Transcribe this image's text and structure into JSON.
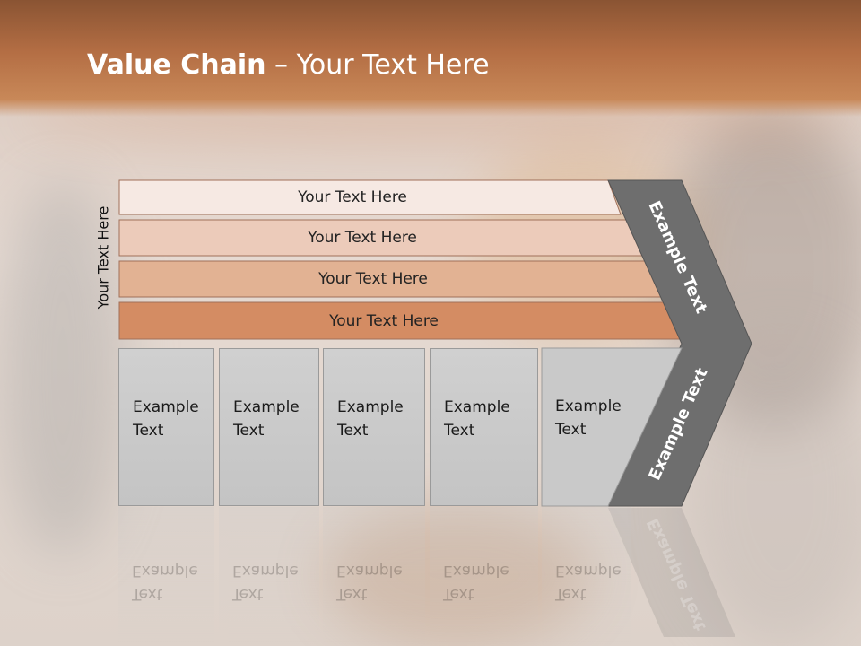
{
  "slide": {
    "title_bold": "Value Chain",
    "title_rest": " – Your Text Here",
    "side_label": "Your Text Here"
  },
  "bands": [
    {
      "label": "Your Text Here",
      "color": "#f6e9e3"
    },
    {
      "label": "Your Text Here",
      "color": "#eccbba"
    },
    {
      "label": "Your Text Here",
      "color": "#e2b293"
    },
    {
      "label": "Your Text Here",
      "color": "#d48c63"
    }
  ],
  "boxes": [
    {
      "line1": "Example",
      "line2": "Text"
    },
    {
      "line1": "Example",
      "line2": "Text"
    },
    {
      "line1": "Example",
      "line2": "Text"
    },
    {
      "line1": "Example",
      "line2": "Text"
    },
    {
      "line1": "Example",
      "line2": "Text"
    }
  ],
  "arrow": {
    "upper_label": "Example Text",
    "lower_label": "Example Text",
    "color": "#6e6e6e"
  },
  "colors": {
    "header": "#b46e44",
    "title_text": "#ffffff"
  }
}
